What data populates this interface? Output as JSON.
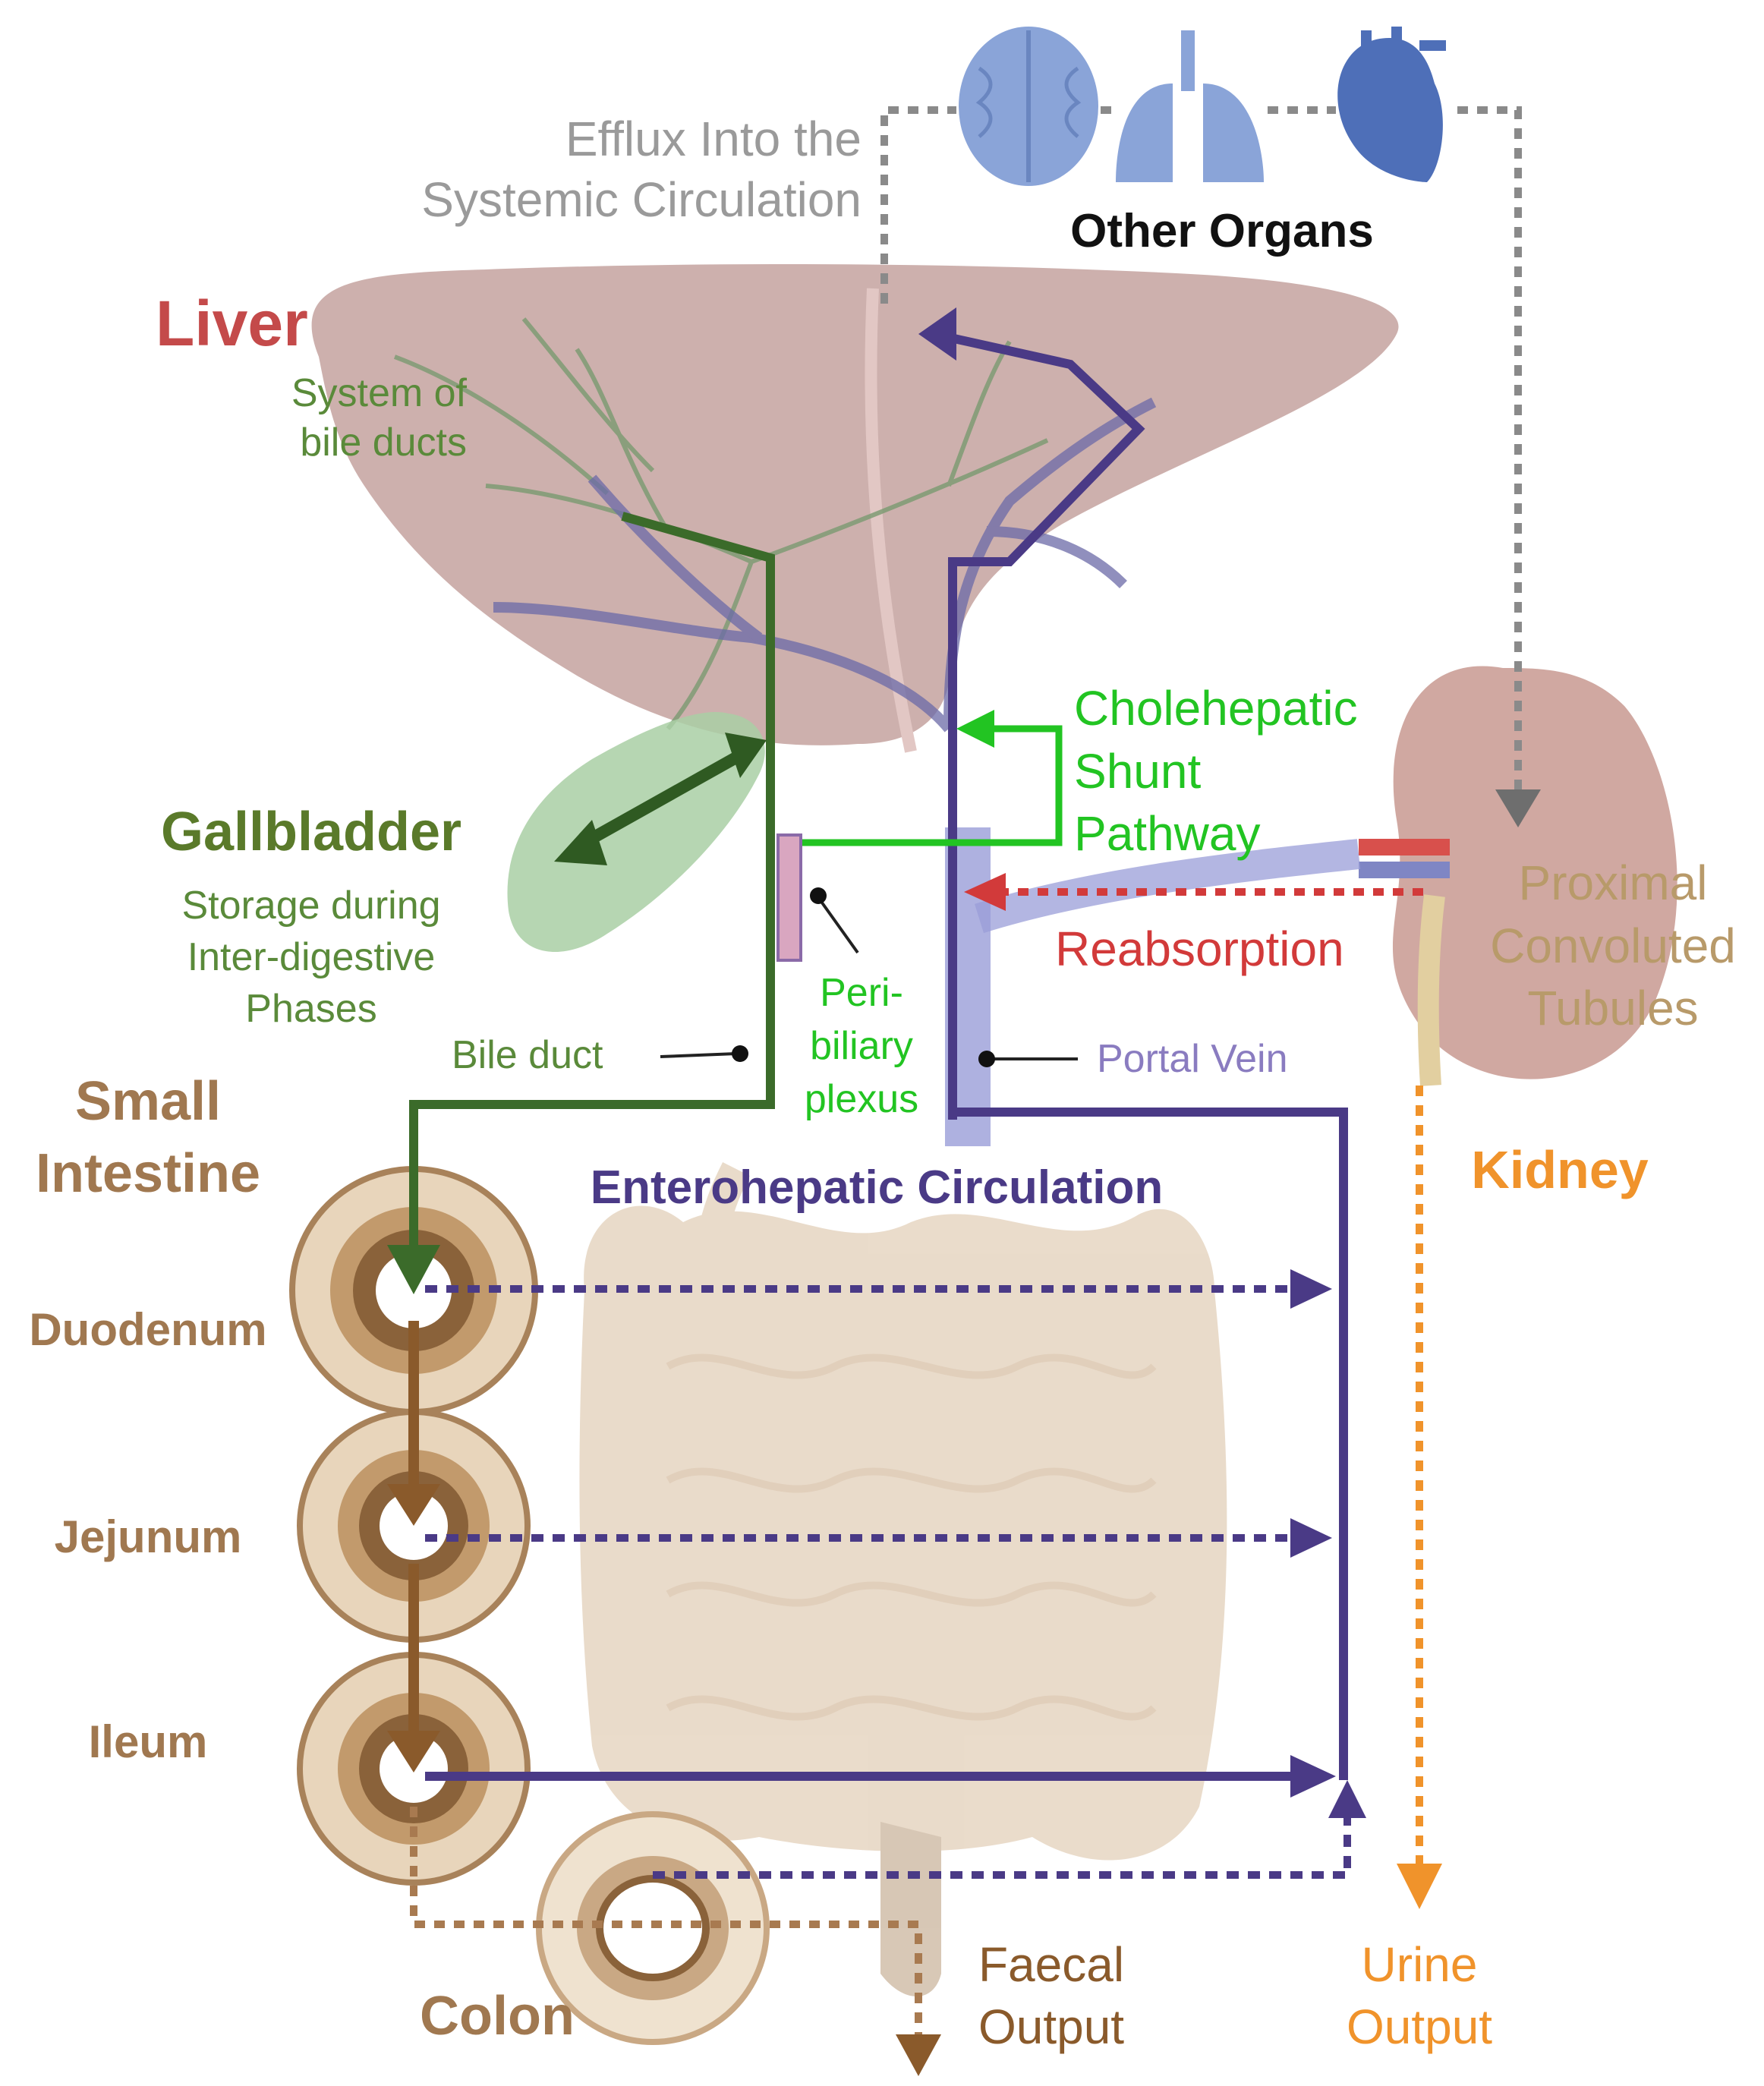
{
  "labels": {
    "efflux_line1": "Efflux Into the",
    "efflux_line2": "Systemic Circulation",
    "other_organs": "Other Organs",
    "liver": "Liver",
    "bile_ducts_line1": "System of",
    "bile_ducts_line2": "bile ducts",
    "gallbladder": "Gallbladder",
    "storage_line1": "Storage during",
    "storage_line2": "Inter-digestive",
    "storage_line3": "Phases",
    "cholehepatic_line1": "Cholehepatic",
    "cholehepatic_line2": "Shunt",
    "cholehepatic_line3": "Pathway",
    "reabsorption": "Reabsorption",
    "pct_line1": "Proximal",
    "pct_line2": "Convoluted",
    "pct_line3": "Tubules",
    "peri_line1": "Peri-",
    "peri_line2": "biliary",
    "peri_line3": "plexus",
    "bile_duct": "Bile duct",
    "portal_vein": "Portal Vein",
    "small_line1": "Small",
    "small_line2": "Intestine",
    "enterohepatic": "Enterohepatic Circulation",
    "kidney": "Kidney",
    "duodenum": "Duodenum",
    "jejunum": "Jejunum",
    "ileum": "Ileum",
    "colon": "Colon",
    "faecal_line1": "Faecal",
    "faecal_line2": "Output",
    "urine_line1": "Urine",
    "urine_line2": "Output"
  },
  "colors": {
    "bile_green": "#3b6b2a",
    "shunt_green": "#22c422",
    "portal_purple": "#4a3a86",
    "reabsorption_red": "#d23a3a",
    "intestine_brown": "#8a5a2b",
    "kidney_orange": "#f0932b",
    "efflux_gray": "#8a8a8a",
    "liver_fill": "#c9a9a6"
  },
  "icons": [
    "brain-icon",
    "lungs-icon",
    "heart-icon",
    "liver-icon",
    "gallbladder-icon",
    "kidney-icon",
    "intestine-icon"
  ]
}
